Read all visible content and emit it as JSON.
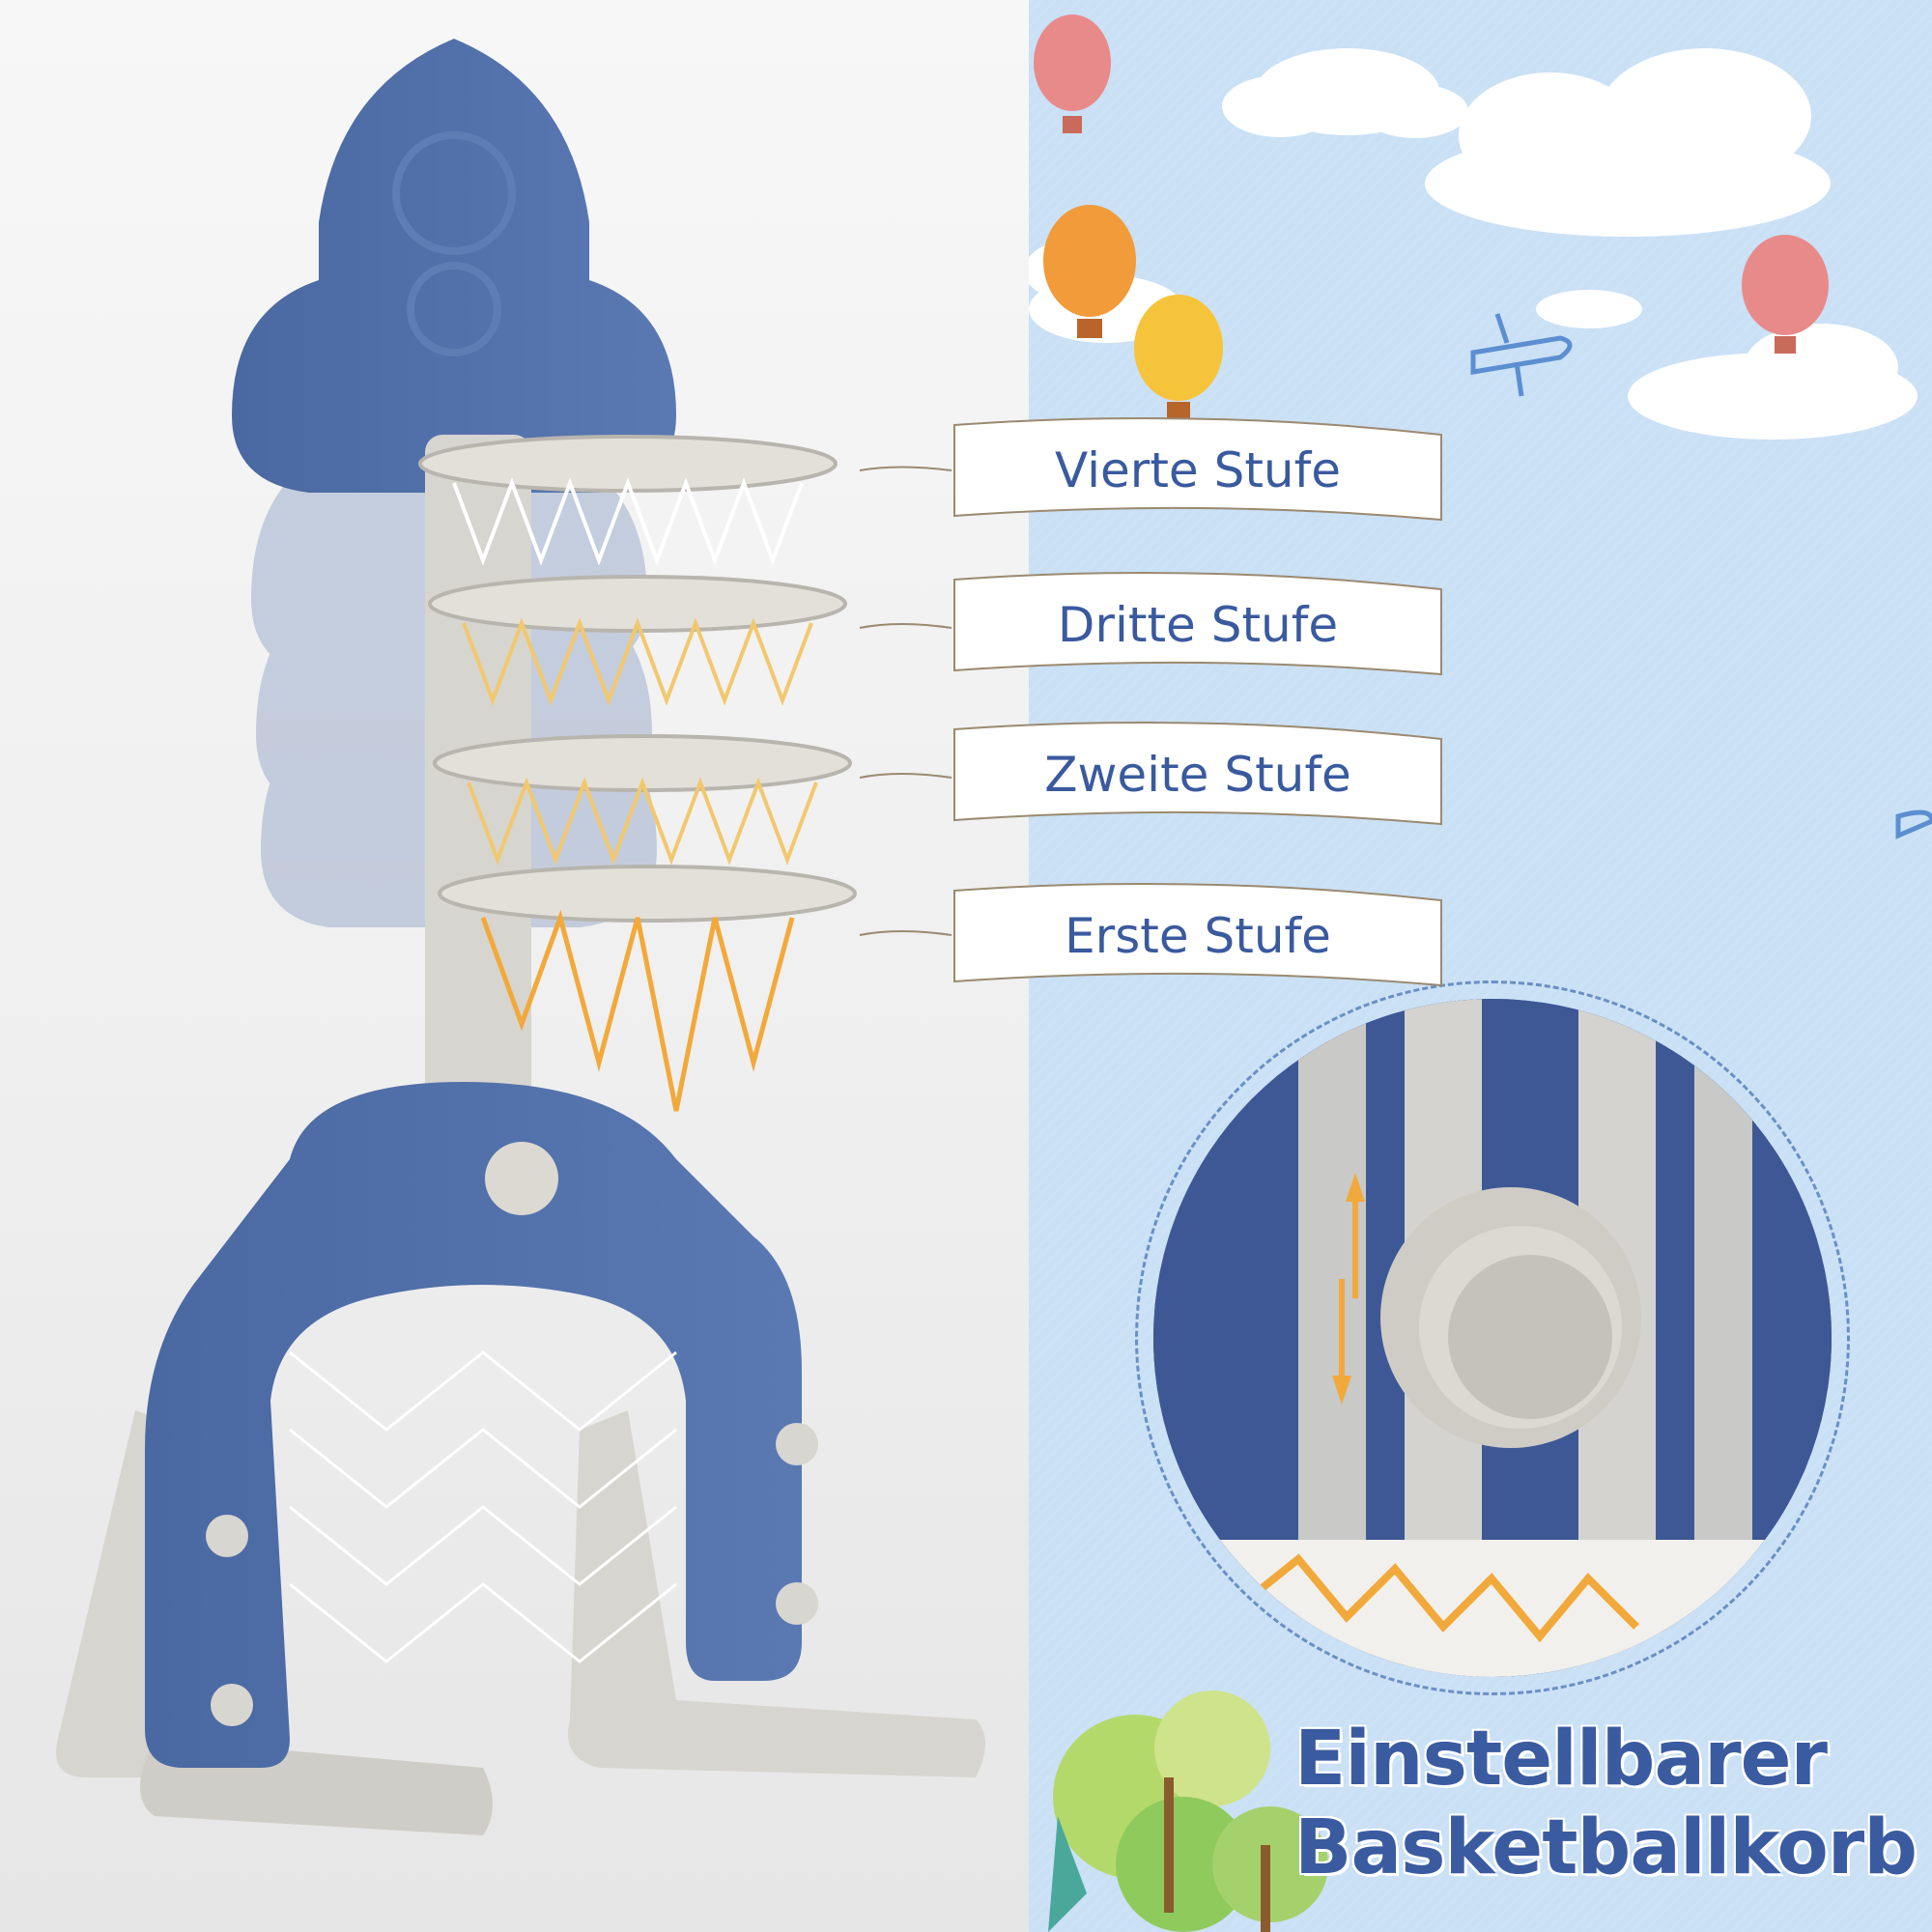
{
  "levels": [
    {
      "label": "Vierte Stufe"
    },
    {
      "label": "Dritte Stufe"
    },
    {
      "label": "Zweite Stufe"
    },
    {
      "label": "Erste Stufe"
    }
  ],
  "headline": {
    "line1": "Einstellbarer",
    "line2": "Basketballkorb"
  },
  "colors": {
    "product_blue": "#4f6fa8",
    "product_grey": "#d7d5d0",
    "net_orange": "#f2a93b",
    "sky_blue": "#c9e0f5",
    "text_blue": "#3a5a9e"
  }
}
